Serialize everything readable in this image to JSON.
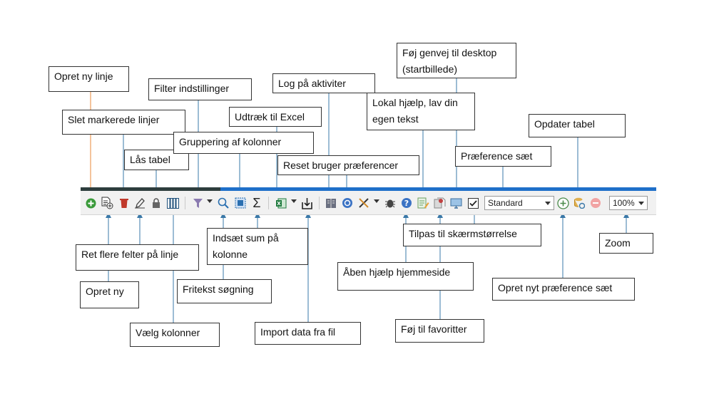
{
  "labels": {
    "opret_ny_linje": "Opret ny linje",
    "slet_markerede": "Slet markerede linjer",
    "laas_tabel": "Lås tabel",
    "filter_indstillinger": "Filter indstillinger",
    "gruppering": "Gruppering af kolonner",
    "udtraek_excel": "Udtræk til Excel",
    "log_paa_aktiviter": "Log på aktiviter",
    "reset_bruger": "Reset bruger præferencer",
    "foej_genvej": "Føj genvej til desktop (startbillede)",
    "lokal_hjaelp": "Lokal hjælp, lav din egen tekst",
    "praeference_saet": "Præference sæt",
    "opdater_tabel": "Opdater tabel",
    "ret_flere": "Ret flere felter på linje",
    "opret_ny": "Opret ny",
    "indsaet_sum": "Indsæt sum på kolonne",
    "fritekst": "Fritekst søgning",
    "vaelg_kolonner": "Vælg kolonner",
    "import_data": "Import data fra fil",
    "tilpas": "Tilpas til skærmstørrelse",
    "aaben_hjaelp": "Åben hjælp hjemmeside",
    "foej_favoritter": "Føj til favoritter",
    "opret_nyt_praeference": "Opret nyt præference sæt",
    "zoom": "Zoom"
  },
  "toolbar": {
    "preference_value": "Standard",
    "zoom_value": "100%",
    "icons": {
      "add": "add-circle-icon",
      "edit_fields": "edit-document-icon",
      "delete": "trash-icon",
      "edit": "pencil-icon",
      "lock": "lock-icon",
      "columns": "columns-icon",
      "filter": "filter-icon",
      "search": "magnifier-icon",
      "grouping": "grouping-icon",
      "sum": "sigma-icon",
      "excel": "excel-icon",
      "import": "import-icon",
      "log": "log-book-icon",
      "reset": "reset-icon",
      "tools": "tools-icon",
      "debug": "bug-icon",
      "help": "help-icon",
      "local_help": "local-help-icon",
      "favorites": "favorite-icon",
      "desktop": "desktop-shortcut-icon",
      "fit": "checkbox-icon",
      "new_pref": "plus-circle-icon",
      "refresh": "refresh-table-icon",
      "remove": "minus-circle-icon"
    }
  },
  "colors": {
    "accent_blue": "#1f6fc9",
    "dark_bar": "#2d3d3d",
    "leader_orange": "#e8893a",
    "leader_blue": "#3a78a8"
  }
}
